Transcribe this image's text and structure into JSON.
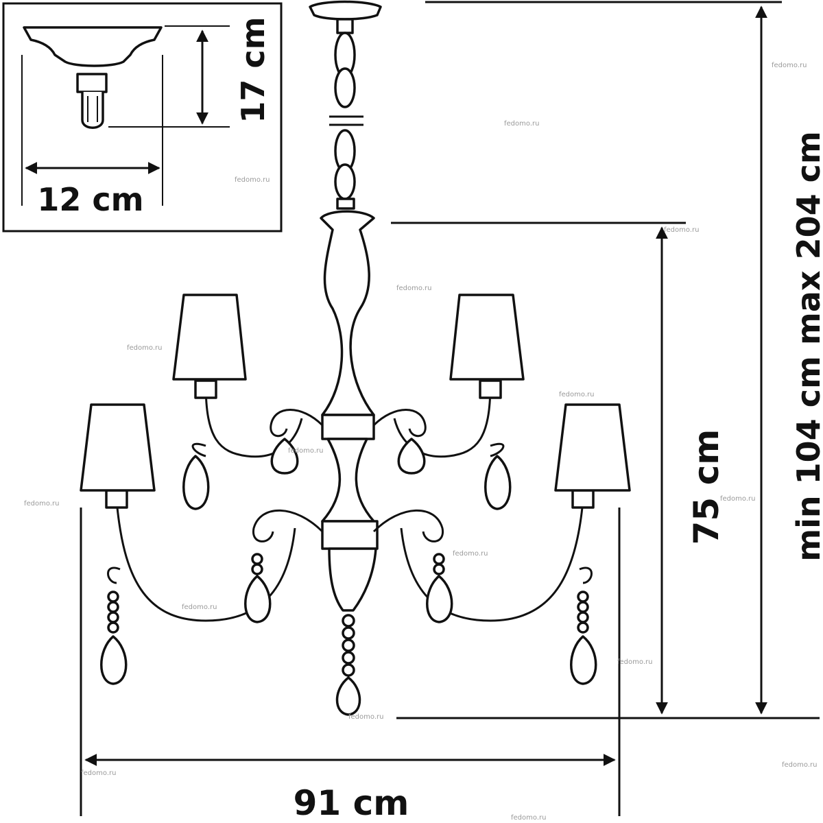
{
  "inset": {
    "height_label": "17 cm",
    "width_label": "12 cm"
  },
  "dimensions": {
    "body_height": "75 cm",
    "width": "91 cm",
    "total_height": "min 104 cm max 204 cm"
  },
  "watermark": "fedomo.ru"
}
